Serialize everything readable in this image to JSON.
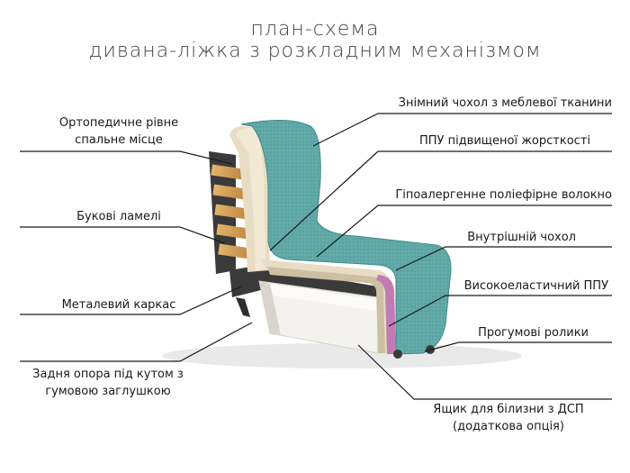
{
  "title": {
    "line1": "план-схема",
    "line2": "дивана-ліжка з розкладним механізмом"
  },
  "labels": {
    "orthopedic_line1": "Ортопедичне рівне",
    "orthopedic_line2": "спальне місце",
    "beech_slats": "Букові ламелі",
    "metal_frame": "Металевий каркас",
    "rear_support_line1": "Задня опора під кутом з",
    "rear_support_line2": "гумовою заглушкою",
    "removable_cover": "Знімний чохол з меблевої тканини",
    "ppu_high": "ППУ підвищеної жорсткості",
    "hypoallergenic": "Гіпоалергенне поліефірне волокно",
    "inner_cover": "Внутрішній чохол",
    "high_elastic": "Високоеластичний ППУ",
    "rubber_rollers": "Прогумові ролики",
    "drawer_line1": "Ящик для білизни з ДСП",
    "drawer_line2": "(додаткова опція)"
  },
  "colors": {
    "upholstery": "#5fa8a6",
    "upholstery_dark": "#3f8b89",
    "foam_beige": "#e8ddc4",
    "foam_pink": "#c27bb5",
    "slat_wood": "#d9a45a",
    "frame_dark": "#3a3a3a",
    "drawer_white": "#f4f2ee",
    "leader_line": "#1a1a1a"
  }
}
